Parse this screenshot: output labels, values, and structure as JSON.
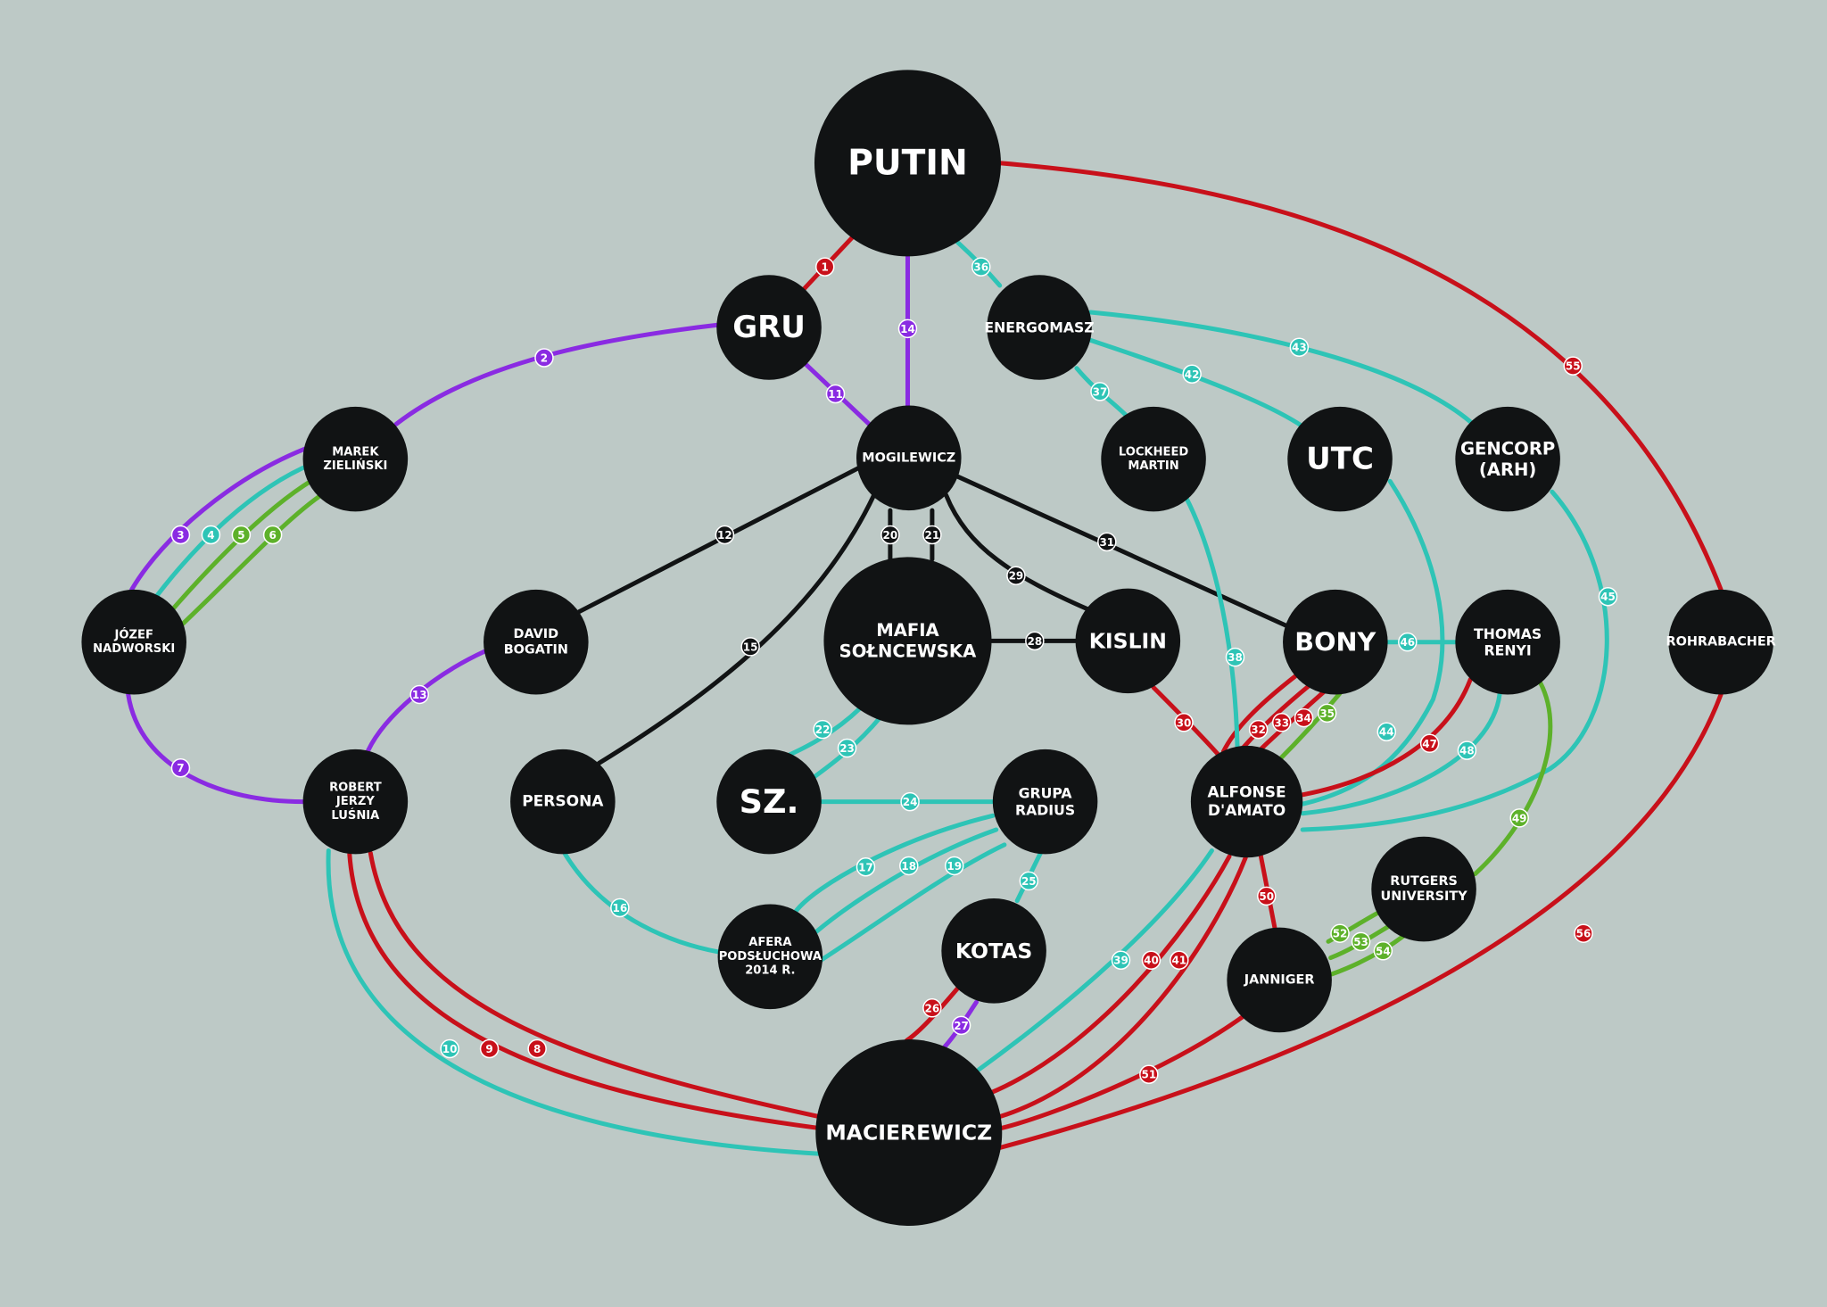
{
  "colors": {
    "background": "#bdc9c6",
    "node": "#111314",
    "node_text": "#ffffff",
    "red": "#c8101a",
    "purple": "#8a2be2",
    "teal": "#2ec4b6",
    "green": "#5db12a",
    "black": "#111314"
  },
  "nodes": [
    {
      "id": "putin",
      "lines": [
        "PUTIN"
      ]
    },
    {
      "id": "gru",
      "lines": [
        "GRU"
      ]
    },
    {
      "id": "energomasz",
      "lines": [
        "ENERGOMASZ"
      ]
    },
    {
      "id": "mogilewicz",
      "lines": [
        "MOGILEWICZ"
      ]
    },
    {
      "id": "marek",
      "lines": [
        "MAREK",
        "ZIELIŃSKI"
      ]
    },
    {
      "id": "lockheed",
      "lines": [
        "LOCKHEED",
        "MARTIN"
      ]
    },
    {
      "id": "utc",
      "lines": [
        "UTC"
      ]
    },
    {
      "id": "gencorp",
      "lines": [
        "GENCORP",
        "(ARH)"
      ]
    },
    {
      "id": "jozef",
      "lines": [
        "JÓZEF",
        "NADWORSKI"
      ]
    },
    {
      "id": "david",
      "lines": [
        "DAVID",
        "BOGATIN"
      ]
    },
    {
      "id": "mafia",
      "lines": [
        "MAFIA",
        "SOŁNCEWSKA"
      ]
    },
    {
      "id": "kislin",
      "lines": [
        "KISLIN"
      ]
    },
    {
      "id": "bony",
      "lines": [
        "BONY"
      ]
    },
    {
      "id": "renyi",
      "lines": [
        "THOMAS",
        "RENYI"
      ]
    },
    {
      "id": "rohrabacher",
      "lines": [
        "ROHRABACHER"
      ]
    },
    {
      "id": "robert",
      "lines": [
        "ROBERT",
        "JERZY",
        "LUŚNIA"
      ]
    },
    {
      "id": "persona",
      "lines": [
        "PERSONA"
      ]
    },
    {
      "id": "sz",
      "lines": [
        "SZ."
      ]
    },
    {
      "id": "radius",
      "lines": [
        "GRUPA",
        "RADIUS"
      ]
    },
    {
      "id": "damato",
      "lines": [
        "ALFONSE",
        "D'AMATO"
      ]
    },
    {
      "id": "rutgers",
      "lines": [
        "RUTGERS",
        "UNIVERSITY"
      ]
    },
    {
      "id": "afera",
      "lines": [
        "AFERA",
        "PODSŁUCHOWA",
        "2014 R."
      ]
    },
    {
      "id": "kotas",
      "lines": [
        "KOTAS"
      ]
    },
    {
      "id": "janniger",
      "lines": [
        "JANNIGER"
      ]
    },
    {
      "id": "macierewicz",
      "lines": [
        "MACIEREWICZ"
      ]
    }
  ],
  "connections": [
    {
      "n": "1",
      "from": "putin",
      "to": "gru",
      "color": "red"
    },
    {
      "n": "2",
      "from": "gru",
      "to": "marek",
      "color": "purple"
    },
    {
      "n": "3",
      "from": "marek",
      "to": "jozef",
      "color": "purple"
    },
    {
      "n": "4",
      "from": "marek",
      "to": "jozef",
      "color": "teal"
    },
    {
      "n": "5",
      "from": "marek",
      "to": "jozef",
      "color": "green"
    },
    {
      "n": "6",
      "from": "marek",
      "to": "jozef",
      "color": "green"
    },
    {
      "n": "7",
      "from": "jozef",
      "to": "robert",
      "color": "purple"
    },
    {
      "n": "8",
      "from": "robert",
      "to": "macierewicz",
      "color": "red"
    },
    {
      "n": "9",
      "from": "robert",
      "to": "macierewicz",
      "color": "red"
    },
    {
      "n": "10",
      "from": "robert",
      "to": "macierewicz",
      "color": "teal"
    },
    {
      "n": "11",
      "from": "gru",
      "to": "mogilewicz",
      "color": "purple"
    },
    {
      "n": "12",
      "from": "mogilewicz",
      "to": "david",
      "color": "black"
    },
    {
      "n": "13",
      "from": "david",
      "to": "robert",
      "color": "purple"
    },
    {
      "n": "14",
      "from": "putin",
      "to": "mogilewicz",
      "color": "purple"
    },
    {
      "n": "15",
      "from": "mogilewicz",
      "to": "persona",
      "color": "black"
    },
    {
      "n": "16",
      "from": "persona",
      "to": "afera",
      "color": "teal"
    },
    {
      "n": "17",
      "from": "radius",
      "to": "afera",
      "color": "teal"
    },
    {
      "n": "18",
      "from": "radius",
      "to": "afera",
      "color": "teal"
    },
    {
      "n": "19",
      "from": "radius",
      "to": "afera",
      "color": "teal"
    },
    {
      "n": "20",
      "from": "mogilewicz",
      "to": "mafia",
      "color": "black"
    },
    {
      "n": "21",
      "from": "mogilewicz",
      "to": "mafia",
      "color": "black"
    },
    {
      "n": "22",
      "from": "mafia",
      "to": "sz",
      "color": "teal"
    },
    {
      "n": "23",
      "from": "mafia",
      "to": "sz",
      "color": "teal"
    },
    {
      "n": "24",
      "from": "sz",
      "to": "radius",
      "color": "teal"
    },
    {
      "n": "25",
      "from": "radius",
      "to": "kotas",
      "color": "teal"
    },
    {
      "n": "26",
      "from": "kotas",
      "to": "macierewicz",
      "color": "red"
    },
    {
      "n": "27",
      "from": "kotas",
      "to": "macierewicz",
      "color": "purple"
    },
    {
      "n": "28",
      "from": "mafia",
      "to": "kislin",
      "color": "black"
    },
    {
      "n": "29",
      "from": "mogilewicz",
      "to": "kislin",
      "color": "black"
    },
    {
      "n": "30",
      "from": "kislin",
      "to": "damato",
      "color": "red"
    },
    {
      "n": "31",
      "from": "mogilewicz",
      "to": "bony",
      "color": "black"
    },
    {
      "n": "32",
      "from": "bony",
      "to": "damato",
      "color": "red"
    },
    {
      "n": "33",
      "from": "bony",
      "to": "damato",
      "color": "red"
    },
    {
      "n": "34",
      "from": "bony",
      "to": "damato",
      "color": "red"
    },
    {
      "n": "35",
      "from": "bony",
      "to": "damato",
      "color": "green"
    },
    {
      "n": "36",
      "from": "putin",
      "to": "energomasz",
      "color": "teal"
    },
    {
      "n": "37",
      "from": "energomasz",
      "to": "lockheed",
      "color": "teal"
    },
    {
      "n": "38",
      "from": "lockheed",
      "to": "damato",
      "color": "teal"
    },
    {
      "n": "39",
      "from": "damato",
      "to": "macierewicz",
      "color": "teal"
    },
    {
      "n": "40",
      "from": "damato",
      "to": "macierewicz",
      "color": "red"
    },
    {
      "n": "41",
      "from": "damato",
      "to": "macierewicz",
      "color": "red"
    },
    {
      "n": "42",
      "from": "energomasz",
      "to": "utc",
      "color": "teal"
    },
    {
      "n": "43",
      "from": "energomasz",
      "to": "gencorp",
      "color": "teal"
    },
    {
      "n": "44",
      "from": "utc",
      "to": "damato",
      "color": "teal"
    },
    {
      "n": "45",
      "from": "gencorp",
      "to": "damato",
      "color": "teal"
    },
    {
      "n": "46",
      "from": "bony",
      "to": "renyi",
      "color": "teal"
    },
    {
      "n": "47",
      "from": "renyi",
      "to": "damato",
      "color": "red"
    },
    {
      "n": "48",
      "from": "renyi",
      "to": "damato",
      "color": "teal"
    },
    {
      "n": "49",
      "from": "renyi",
      "to": "rutgers",
      "color": "green"
    },
    {
      "n": "50",
      "from": "damato",
      "to": "janniger",
      "color": "red"
    },
    {
      "n": "51",
      "from": "janniger",
      "to": "macierewicz",
      "color": "red"
    },
    {
      "n": "52",
      "from": "rutgers",
      "to": "janniger",
      "color": "green"
    },
    {
      "n": "53",
      "from": "rutgers",
      "to": "janniger",
      "color": "green"
    },
    {
      "n": "54",
      "from": "rutgers",
      "to": "janniger",
      "color": "green"
    },
    {
      "n": "55",
      "from": "putin",
      "to": "rohrabacher",
      "color": "red"
    },
    {
      "n": "56",
      "from": "rohrabacher",
      "to": "macierewicz",
      "color": "red"
    }
  ]
}
